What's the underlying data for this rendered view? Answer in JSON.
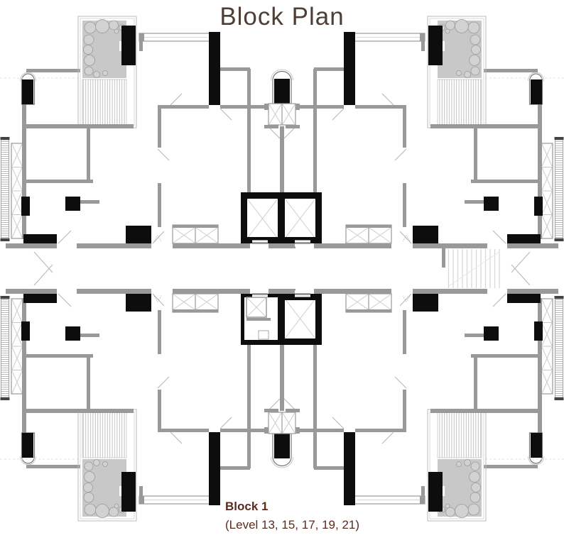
{
  "header": {
    "title": "Block Plan"
  },
  "footer": {
    "block_label": "Block 1",
    "levels_label": "(Level 13, 15, 17, 19, 21)"
  },
  "colors": {
    "title_text": "#4d3e36",
    "footer_text": "#5b2b1e",
    "wall_gray": "#999999",
    "wall_black": "#0d0d0d",
    "garden_fill": "#c8c8c8",
    "hatch_line": "#b0b0b0",
    "detail_line": "#cccccc",
    "background": "#ffffff"
  },
  "plan": {
    "type": "architectural-floor-plate",
    "symmetry": "mirrored horizontally and vertically",
    "features": [
      "corner-garden-planter",
      "timber-deck-strips",
      "elevator-core",
      "central-corridor",
      "staircase",
      "balcony-railing",
      "bay-window-capsule",
      "structural-black-walls"
    ]
  }
}
